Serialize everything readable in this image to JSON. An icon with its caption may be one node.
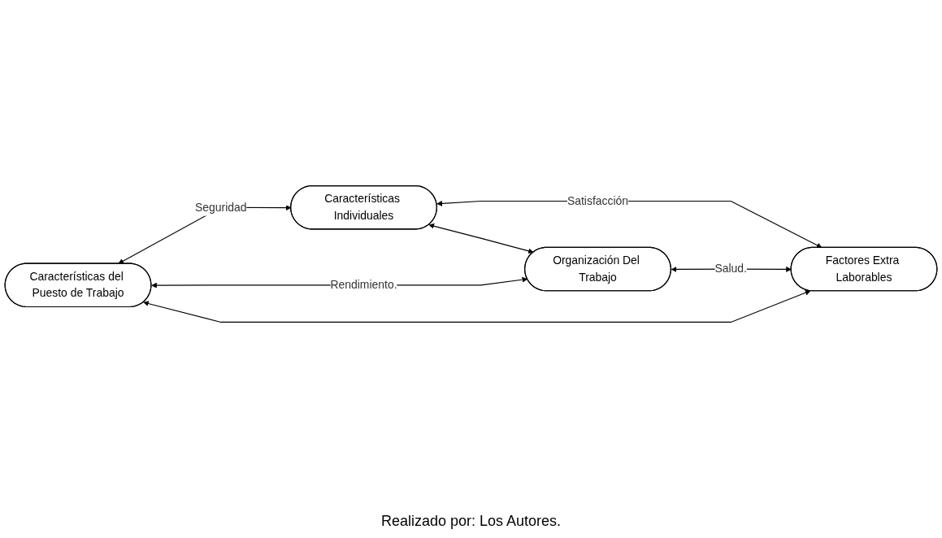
{
  "diagram": {
    "caption": "Realizado por: Los Autores.",
    "nodes": [
      {
        "text": [
          "Características del Puesto de Trabajo"
        ]
      },
      {
        "text": [
          "Características Individuales"
        ]
      },
      {
        "text": [
          "Organización Del Trabajo"
        ]
      },
      {
        "text": [
          "Factores Extra Laborables"
        ]
      }
    ],
    "edges": [
      {
        "from": 0,
        "to": 1,
        "arrow": "both",
        "label": "Seguridad"
      },
      {
        "from": 0,
        "to": 2,
        "arrow": "both",
        "label": "Rendimiento."
      },
      {
        "from": 1,
        "to": 3,
        "arrow": "both",
        "label": "Satisfacción"
      },
      {
        "from": 1,
        "to": 2,
        "arrow": "both"
      },
      {
        "from": 0,
        "to": 3,
        "arrow": "both"
      },
      {
        "from": 2,
        "to": 3,
        "arrow": "both",
        "label": "Salud."
      }
    ]
  }
}
